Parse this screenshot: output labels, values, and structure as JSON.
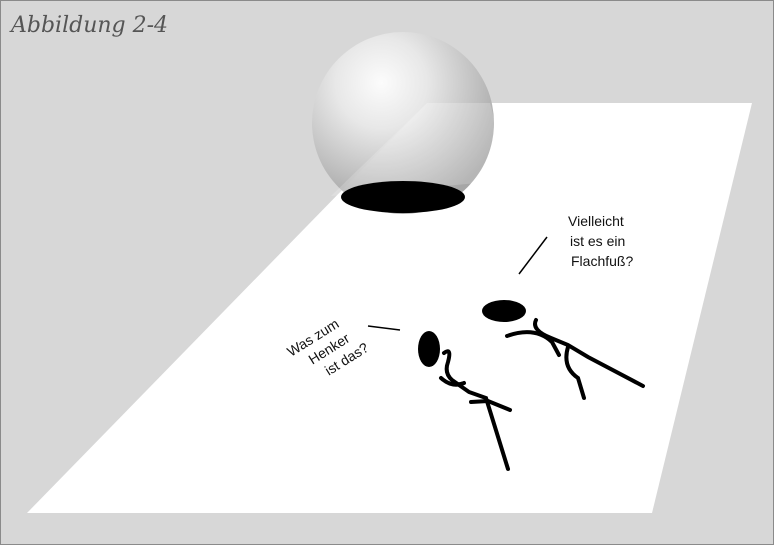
{
  "figure": {
    "title": "Abbildung 2-4"
  },
  "speech": {
    "left_figure": [
      "Was zum",
      "Henker",
      "ist das?"
    ],
    "right_figure": [
      "Vielleicht",
      "ist es ein",
      "Flachfuß?"
    ]
  },
  "colors": {
    "background": "#d7d7d7",
    "plane": "#ffffff",
    "sphere": "#bcbcbc",
    "ink": "#000000"
  }
}
